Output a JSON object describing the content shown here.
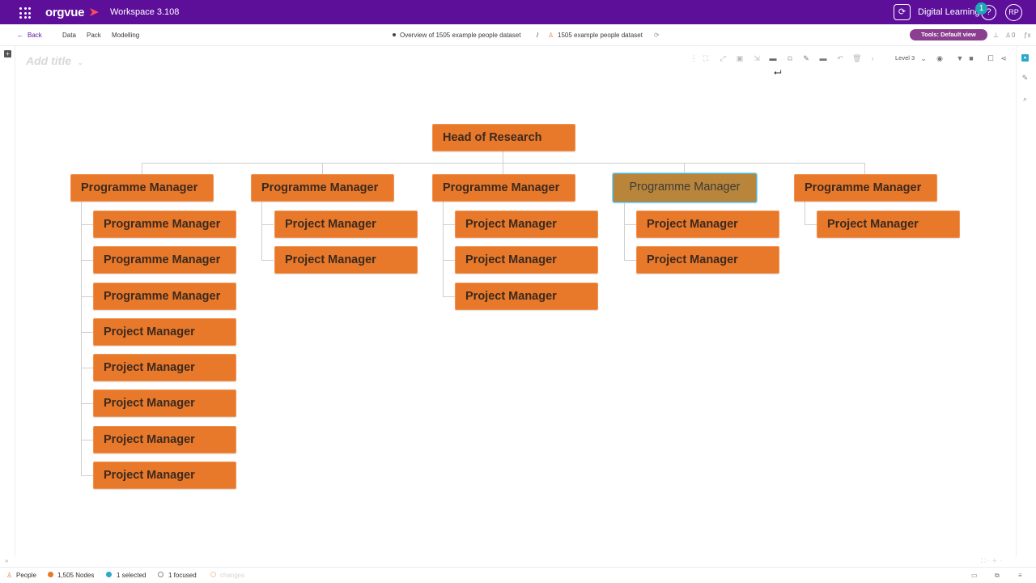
{
  "topbar": {
    "logo": "orgvue",
    "workspace": "Workspace  3.108",
    "tenant": "Digital Learning",
    "notifications": "1",
    "help": "?",
    "avatar": "RP",
    "accent": "#5d0f9a"
  },
  "subbar": {
    "back": "Back",
    "nav": [
      "Data",
      "Pack",
      "Modelling"
    ],
    "breadcrumb_1": "Overview of 1505 example people dataset",
    "separator": "/",
    "breadcrumb_2": "1505 example people dataset",
    "tools": "Tools: Default view",
    "count": "0"
  },
  "canvas": {
    "title_placeholder": "Add title",
    "level": "Level 3"
  },
  "chart": {
    "root": "Head of Research",
    "columns": [
      {
        "head": "Programme Manager",
        "children": [
          "Programme Manager",
          "Programme Manager",
          "Programme Manager",
          "Project Manager",
          "Project Manager",
          "Project Manager",
          "Project Manager",
          "Project Manager"
        ]
      },
      {
        "head": "Programme Manager",
        "children": [
          "Project Manager",
          "Project Manager"
        ]
      },
      {
        "head": "Programme Manager",
        "children": [
          "Project Manager",
          "Project Manager",
          "Project Manager"
        ]
      },
      {
        "head": "Programme Manager",
        "children": [
          "Project Manager",
          "Project Manager"
        ],
        "selected": true
      },
      {
        "head": "Programme Manager",
        "children": [
          "Project Manager"
        ]
      }
    ],
    "node_color": "#e8782a",
    "selected_border": "#4fb2cf"
  },
  "status": {
    "dataset": "People",
    "nodes": "1,505 Nodes",
    "selected": "1 selected",
    "focused": "1 focused",
    "changes": "changes"
  }
}
